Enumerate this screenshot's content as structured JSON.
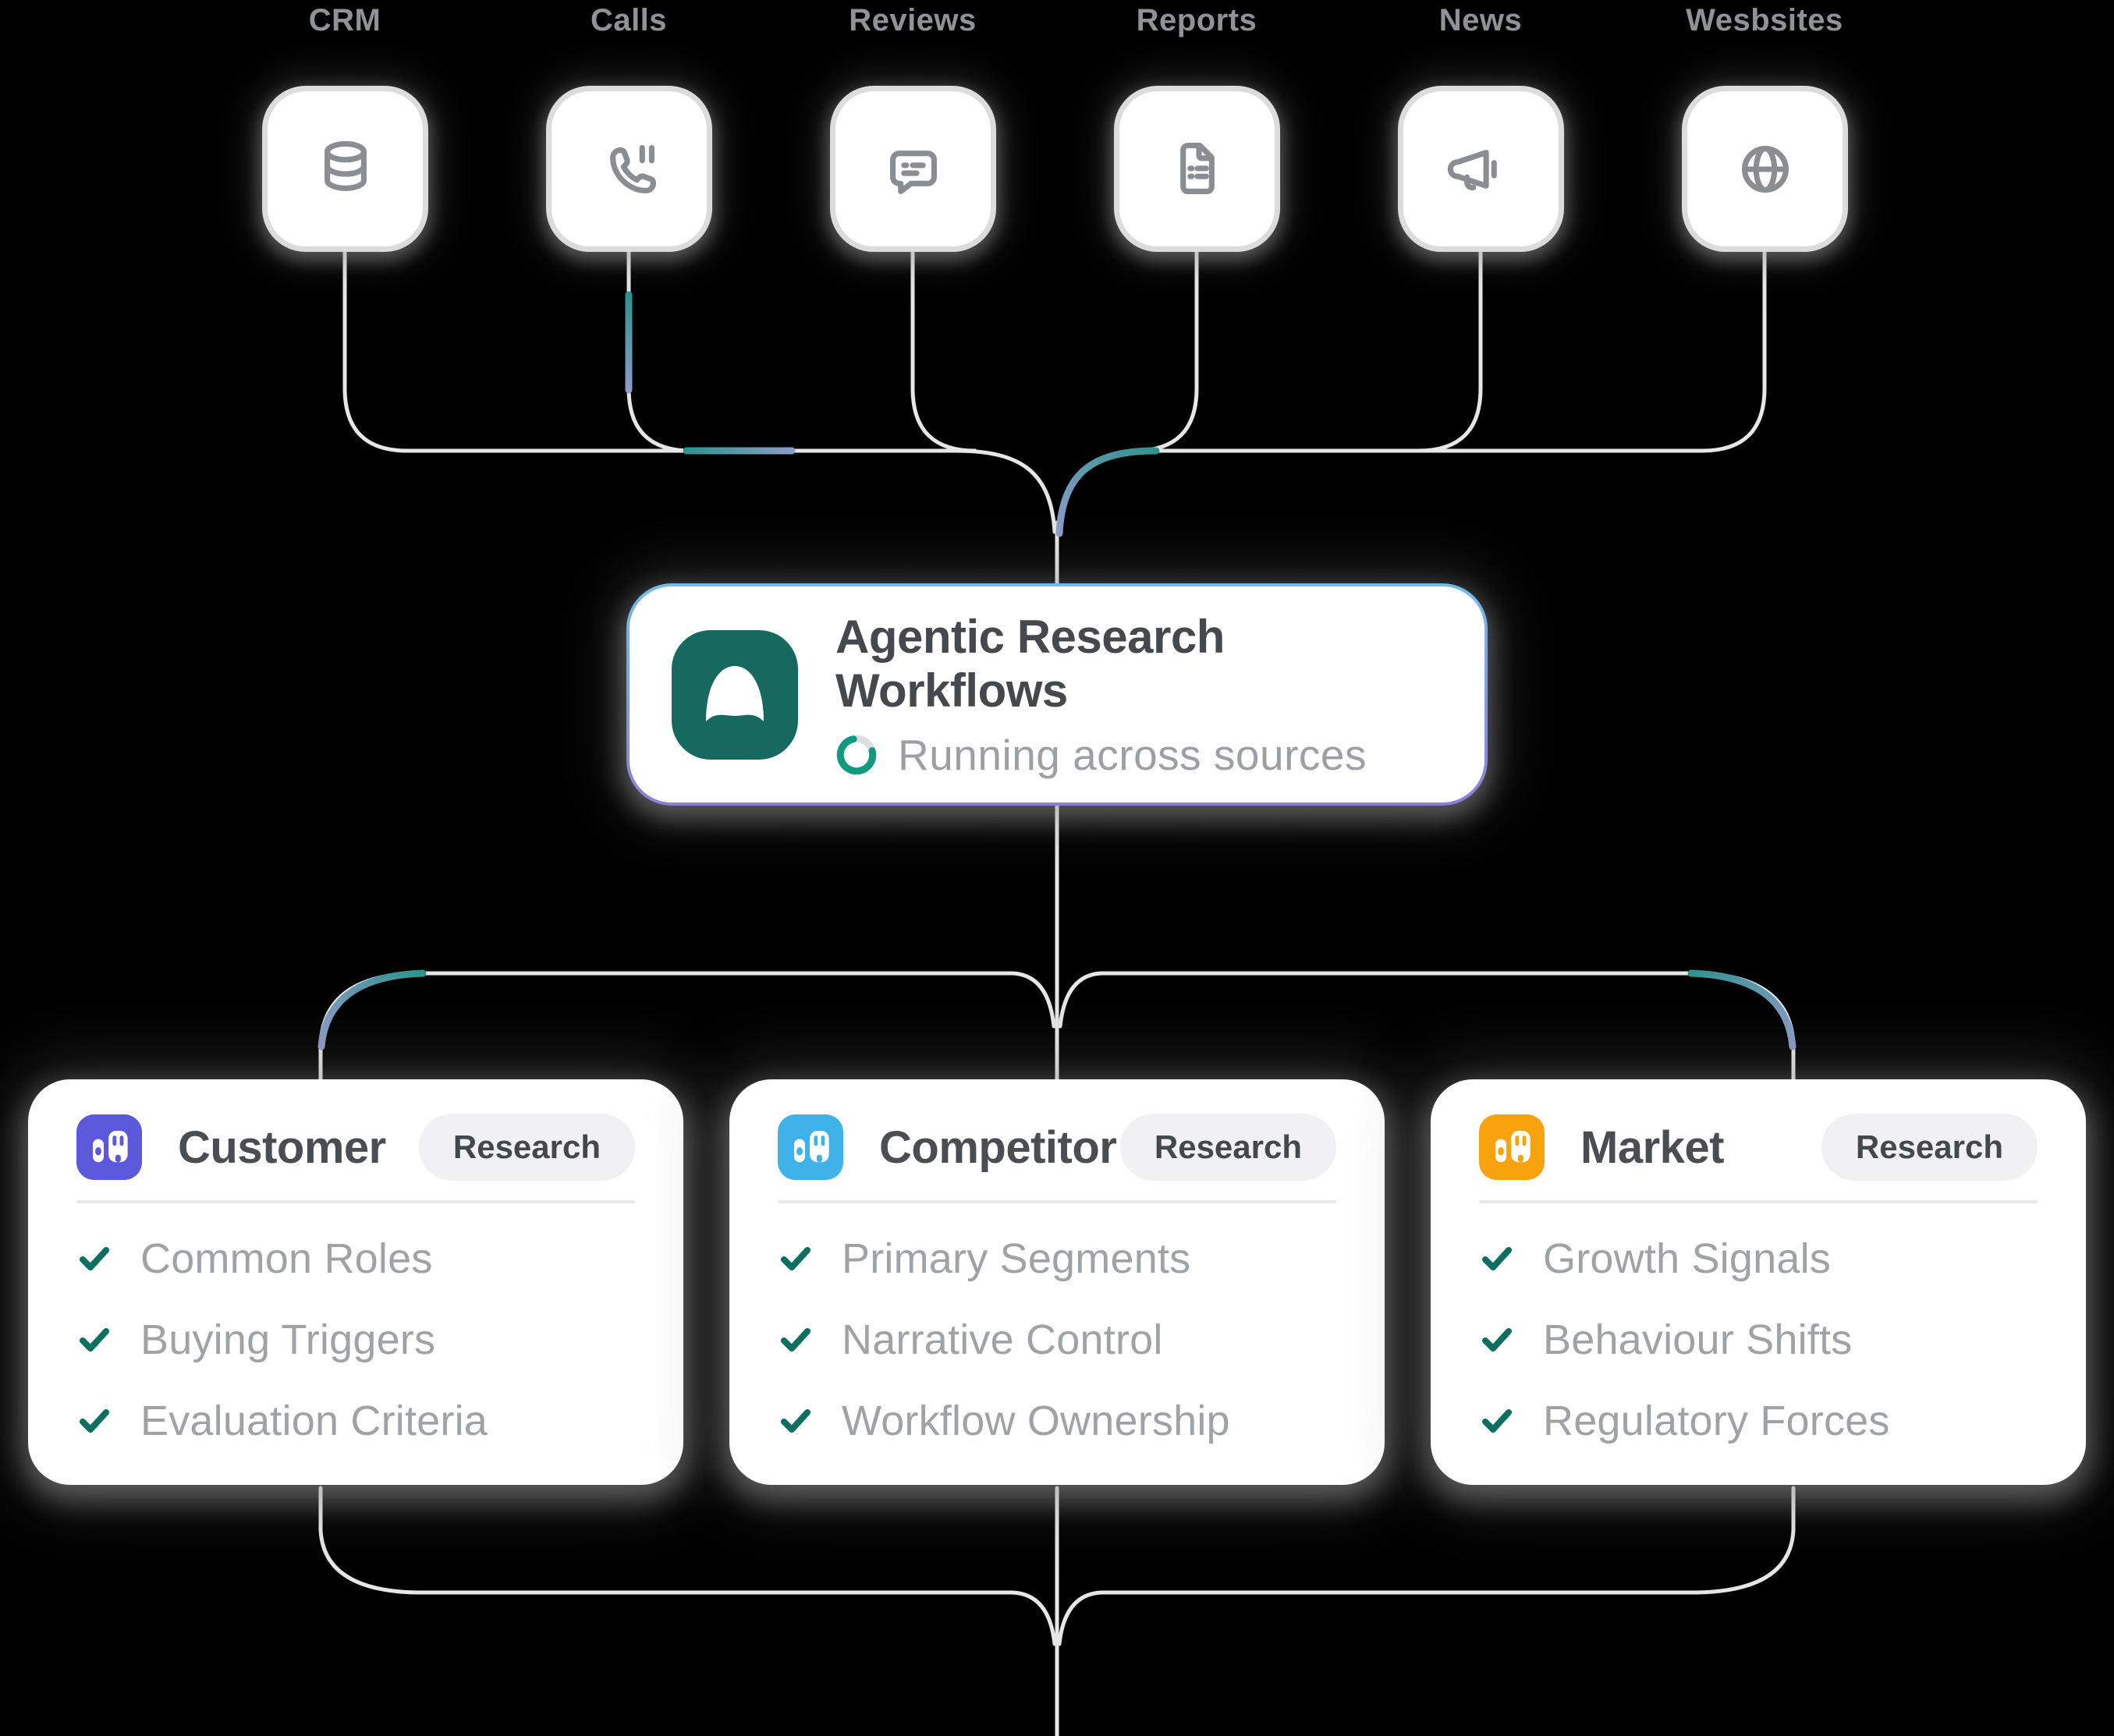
{
  "background": "#000000",
  "sources": {
    "items": [
      {
        "label": "CRM",
        "icon": "database-icon"
      },
      {
        "label": "Calls",
        "icon": "phone-icon"
      },
      {
        "label": "Reviews",
        "icon": "chat-icon"
      },
      {
        "label": "Reports",
        "icon": "document-icon"
      },
      {
        "label": "News",
        "icon": "megaphone-icon"
      },
      {
        "label": "Wesbsites",
        "icon": "globe-icon"
      }
    ]
  },
  "hub": {
    "title": "Agentic Research Workflows",
    "status": "Running across sources",
    "logo_color": "#15695e",
    "spinner_color": "#13997f",
    "border_top_color": "#74bce7",
    "border_bottom_color": "#8b80d8"
  },
  "cards": [
    {
      "title": "Customer",
      "badge": "Research",
      "accent": "#5b58dc",
      "items": [
        "Common Roles",
        "Buying Triggers",
        "Evaluation Criteria"
      ]
    },
    {
      "title": "Competitor",
      "badge": "Research",
      "accent": "#3fb2ea",
      "items": [
        "Primary Segments",
        "Narrative Control",
        "Workflow Ownership"
      ]
    },
    {
      "title": "Market",
      "badge": "Research",
      "accent": "#f8a30e",
      "items": [
        "Growth Signals",
        "Behaviour Shifts",
        "Regulatory Forces"
      ]
    }
  ],
  "colors": {
    "line": "#e6e6e6",
    "pulse_start": "#2f9390",
    "pulse_end": "#8e9cc9",
    "check": "#0c6f60",
    "icon_gray": "#8a8e93",
    "label_gray": "#8f9398",
    "card_title": "#4a4e52",
    "item_text": "#9fa3a6",
    "badge_bg": "#f1f1f4",
    "badge_text": "#43484d"
  }
}
